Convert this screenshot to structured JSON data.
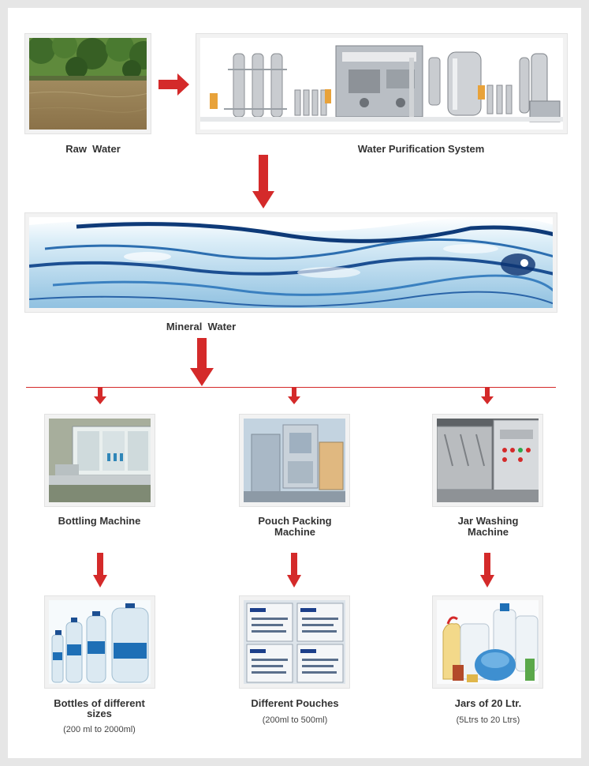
{
  "labels": {
    "raw_water": "Raw  Water",
    "purification": "Water Purification System",
    "mineral_water": "Mineral  Water",
    "bottling_machine": "Bottling Machine",
    "pouch_packing_line1": "Pouch Packing",
    "pouch_packing_line2": "Machine",
    "jar_washing_line1": "Jar Washing",
    "jar_washing_line2": "Machine",
    "bottles_line1": "Bottles of different",
    "bottles_line2": "sizes",
    "bottles_range": "(200 ml to 2000ml)",
    "pouches": "Different Pouches",
    "pouches_range": "(200ml to 500ml)",
    "jars": "Jars of 20 Ltr.",
    "jars_range": "(5Ltrs to 20 Ltrs)"
  },
  "colors": {
    "arrow": "#d42a2a",
    "background": "#e6e6e6",
    "panel": "#ffffff",
    "text": "#333333"
  },
  "icons": {
    "flow_arrow": "arrow-icon"
  }
}
